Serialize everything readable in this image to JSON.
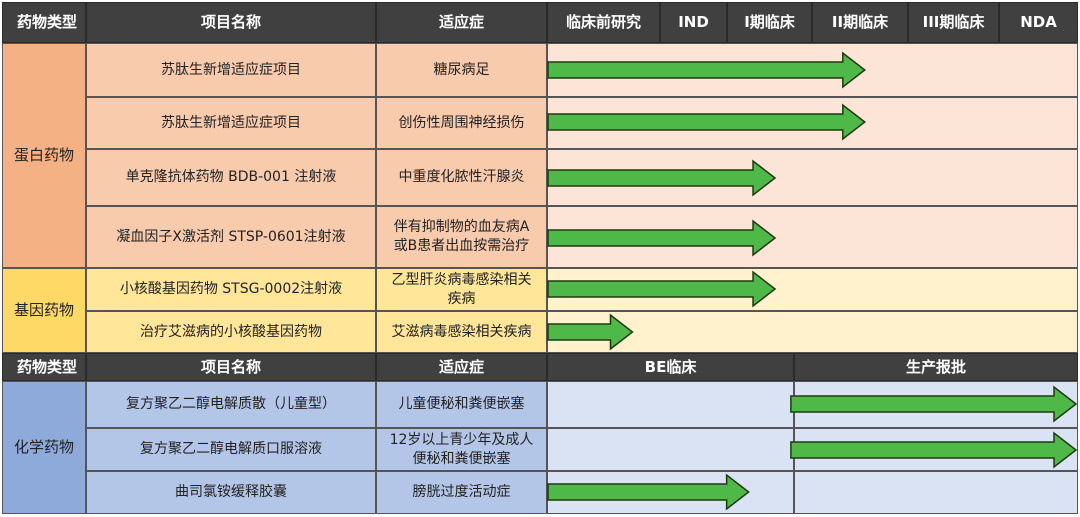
{
  "colors": {
    "header_bg": "#404040",
    "protein_cat": "#f4b183",
    "protein_cell": "#f8cbad",
    "protein_lane": "#fce4d6",
    "gene_cat": "#ffd966",
    "gene_cell": "#ffe699",
    "gene_lane": "#fff2cc",
    "chem_cat": "#8eaadb",
    "chem_cell": "#b4c6e7",
    "chem_lane": "#dae3f3",
    "arrow_fill": "#4eb848",
    "arrow_stroke": "#1e3a10"
  },
  "header1": {
    "col_type": "药物类型",
    "col_name": "项目名称",
    "col_indication": "适应症",
    "stages": [
      "临床前研究",
      "IND",
      "I期临床",
      "II期临床",
      "III期临床",
      "NDA"
    ]
  },
  "header2": {
    "col_type": "药物类型",
    "col_name": "项目名称",
    "col_indication": "适应症",
    "stages": [
      "BE临床",
      "生产报批"
    ]
  },
  "categories": {
    "protein": "蛋白药物",
    "gene": "基因药物",
    "chem": "化学药物"
  },
  "rows": [
    {
      "category": "protein",
      "name": "苏肽生新增适应症项目",
      "indication": "糖尿病足",
      "progress": 0.6
    },
    {
      "category": "protein",
      "name": "苏肽生新增适应症项目",
      "indication": "创伤性周围神经损伤",
      "progress": 0.6
    },
    {
      "category": "protein",
      "name": "单克隆抗体药物 BDB-001 注射液",
      "indication": "中重度化脓性汗腺炎",
      "progress": 0.43
    },
    {
      "category": "protein",
      "name": "凝血因子X激活剂 STSP-0601注射液",
      "indication": "伴有抑制物的血友病A或B患者出血按需治疗",
      "indication_lines": [
        "伴有抑制物的血友病A",
        "或B患者出血按需治疗"
      ],
      "progress": 0.43
    },
    {
      "category": "gene",
      "name": "小核酸基因药物 STSG-0002注射液",
      "indication": "乙型肝炎病毒感染相关疾病",
      "indication_lines": [
        "乙型肝炎病毒感染相关",
        "疾病"
      ],
      "progress": 0.43
    },
    {
      "category": "gene",
      "name": "治疗艾滋病的小核酸基因药物",
      "indication": "艾滋病毒感染相关疾病",
      "progress": 0.16
    },
    {
      "category": "chem",
      "name": "复方聚乙二醇电解质散（儿童型）",
      "indication": "儿童便秘和粪便嵌塞",
      "progress_start": 0.46,
      "progress": 1.0
    },
    {
      "category": "chem",
      "name": "复方聚乙二醇电解质口服溶液",
      "indication": "12岁以上青少年及成人便秘和粪便嵌塞",
      "indication_lines": [
        "12岁以上青少年及成人",
        "便秘和粪便嵌塞"
      ],
      "progress_start": 0.46,
      "progress": 1.0
    },
    {
      "category": "chem",
      "name": "曲司氯铵缓释胶囊",
      "indication": "膀胱过度活动症",
      "progress_start": 0.0,
      "progress": 0.38
    }
  ]
}
